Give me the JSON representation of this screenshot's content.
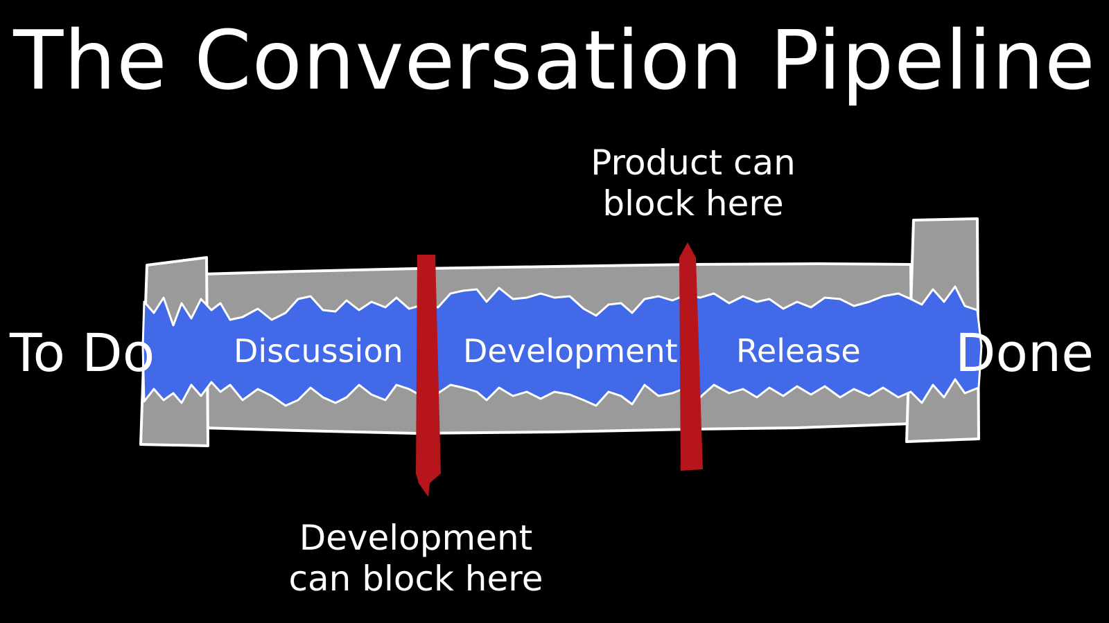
{
  "title": "The Conversation Pipeline",
  "start_label": "To Do",
  "end_label": "Done",
  "stages": [
    "Discussion",
    "Development",
    "Release"
  ],
  "blockers": [
    {
      "text_line1": "Development",
      "text_line2": "can block here"
    },
    {
      "text_line1": "Product can",
      "text_line2": "block here"
    }
  ],
  "colors": {
    "background": "#000000",
    "pipe": "#9a9a9a",
    "flow": "#4169e8",
    "blocker": "#b5151b",
    "text": "#ffffff"
  }
}
